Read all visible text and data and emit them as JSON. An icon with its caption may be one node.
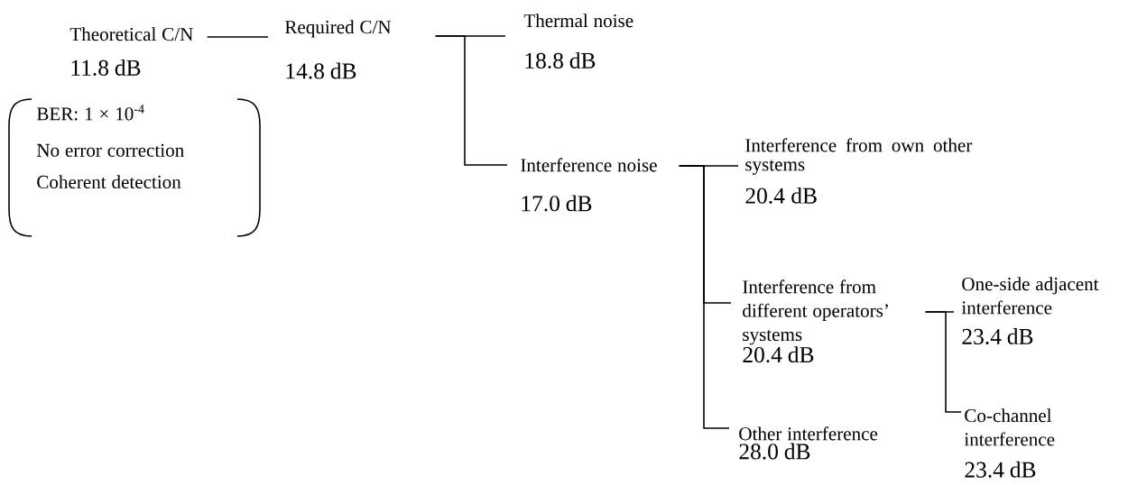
{
  "diagram": {
    "nodes": [
      {
        "text": [
          "Theoretical C/N",
          "11.8 dB"
        ]
      },
      {
        "text": [
          "BER: 1 × 10$^{-4}$",
          "No error correction",
          "Coherent detection"
        ]
      },
      {
        "text": [
          "Required C/N",
          "14.8 dB"
        ]
      },
      {
        "text": [
          "Thermal noise",
          "18.8 dB"
        ]
      },
      {
        "text": [
          "Interference noise",
          "17.0 dB"
        ]
      },
      {
        "text": [
          "Interference from own other systems",
          "20.4 dB"
        ]
      },
      {
        "text": [
          "Interference from different operators’ systems",
          "20.4 dB"
        ]
      },
      {
        "text": [
          "Other interference",
          "28.0 dB"
        ]
      },
      {
        "text": [
          "One-side adjacent interference",
          "23.4 dB"
        ]
      },
      {
        "text": [
          "Co-channel interference",
          "23.4 dB"
        ]
      }
    ],
    "edges": [
      {
        "from": 0,
        "to": 2,
        "arrow": "none"
      },
      {
        "from": 2,
        "to": 3,
        "arrow": "none"
      },
      {
        "from": 2,
        "to": 4,
        "arrow": "none"
      },
      {
        "from": 4,
        "to": 5,
        "arrow": "none"
      },
      {
        "from": 4,
        "to": 6,
        "arrow": "none"
      },
      {
        "from": 4,
        "to": 7,
        "arrow": "none"
      },
      {
        "from": 6,
        "to": 8,
        "arrow": "none"
      },
      {
        "from": 6,
        "to": 9,
        "arrow": "none"
      }
    ]
  }
}
